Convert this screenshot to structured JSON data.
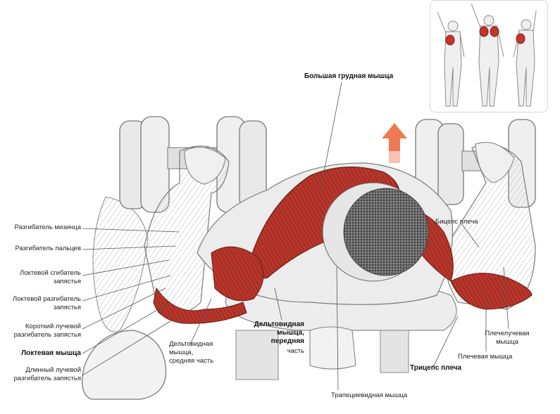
{
  "figure": {
    "labels": {
      "pectoralis_major": "Большая грудная мышца",
      "ext_digiti_minimi": "Разгибатель мизинца",
      "ext_digitorum": "Разгибатель пальцев",
      "flexor_carpi_ulnaris": "Локтевой сгибатель\nзапястья",
      "ext_carpi_ulnaris": "Локтевой разгибатель\nзапястья",
      "ext_carpi_radialis_brevis": "Короткий лучевой\nразгибатель запястья",
      "anconeus": "Локтевая мышца",
      "ext_carpi_radialis_longus": "Длинный лучевой\nразгибатель запястья",
      "deltoid_middle": "Дельтовидная\nмышца,\nсредняя часть",
      "deltoid_anterior_title": "Дельтовидная\nмышца,\nпередняя",
      "deltoid_anterior_part": "часть",
      "trapezius": "Трапециевидная мышца",
      "triceps": "Трицепс плеча",
      "biceps": "Бицепс плеча",
      "brachioradialis": "Плечелучевая\nмышца",
      "brachialis": "Плечевая мышца"
    },
    "colors": {
      "muscle_red": "#b8362b",
      "muscle_dark": "#7a1f18",
      "arrow": "#ee7a55",
      "sketch": "#9a9a9a",
      "leader": "#555555"
    },
    "icons": [
      "up-arrow-icon",
      "dumbbell-left",
      "dumbbell-right",
      "muscle-figures-inset"
    ]
  }
}
